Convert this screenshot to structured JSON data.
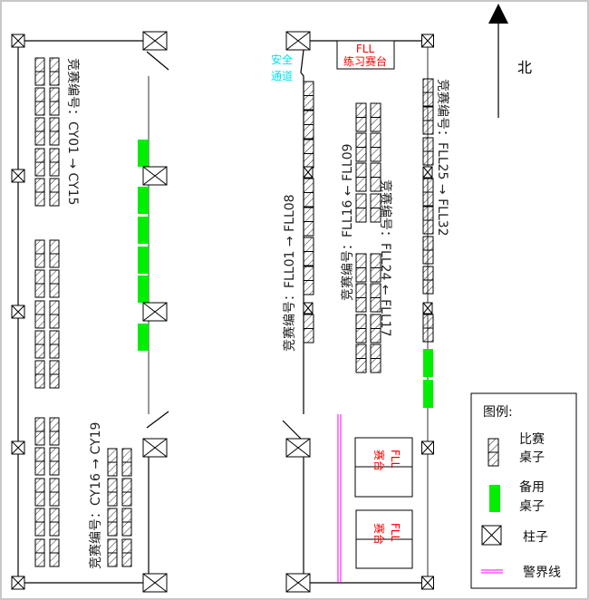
{
  "north": {
    "label": "北"
  },
  "safety_exit": {
    "line1": "安全",
    "line2": "通道",
    "color": "#00e5ff"
  },
  "practice_table": {
    "line1": "FLL",
    "line2": "练习赛台"
  },
  "competition_tables": [
    {
      "line1": "FLL",
      "line2": "赛台"
    },
    {
      "line1": "FLL",
      "line2": "赛台"
    }
  ],
  "labels": {
    "cy_a": "竞赛编号：CY01 → CY15",
    "cy_b": "竞赛编号：CY16 → CY19",
    "fll_a": "竞赛编号：FLL01 → FLL08",
    "fll_b": "竞赛编号：FLL16 ← FLL09",
    "fll_c": "竞赛编号：FLL24 ← FLL17",
    "fll_d": "竞赛编号：FLL25 → FLL32"
  },
  "legend": {
    "title": "图例:",
    "items": [
      {
        "l1": "比赛",
        "l2": "桌子"
      },
      {
        "l1": "备用",
        "l2": "桌子"
      },
      {
        "l1": "柱子",
        "l2": ""
      },
      {
        "l1": "警界线",
        "l2": ""
      }
    ]
  },
  "colors": {
    "spare": "#00ee00",
    "boundary": "#ff00ff",
    "red": "#ff0000"
  }
}
